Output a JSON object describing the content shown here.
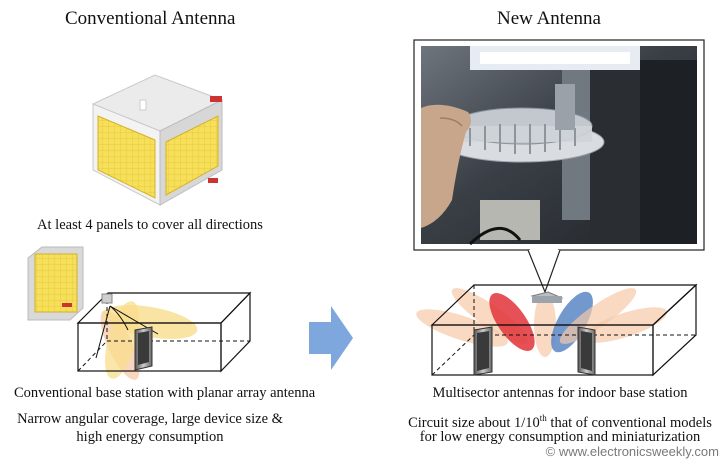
{
  "left": {
    "title": "Conventional Antenna",
    "caption_panels": "At least 4 panels to cover all directions",
    "caption_station": "Conventional base station with planar array antenna",
    "caption_drawback_1": "Narrow angular coverage, large device size &",
    "caption_drawback_2": "high energy consumption"
  },
  "right": {
    "title": "New Antenna",
    "caption_station": "Multisector antennas for indoor base station",
    "caption_benefit_1_prefix": "Circuit size about 1/10",
    "caption_benefit_1_sup": "th",
    "caption_benefit_1_suffix": " that of conventional models",
    "caption_benefit_2": "for low energy consumption and miniaturization"
  },
  "watermark": "© www.electronicsweekly.com",
  "colors": {
    "panel_yellow": "#f6df5a",
    "beam_peach": "#f7c9a8",
    "beam_red": "#e2333a",
    "beam_blue": "#5b86c4",
    "arrow_blue": "#7da7dd"
  }
}
